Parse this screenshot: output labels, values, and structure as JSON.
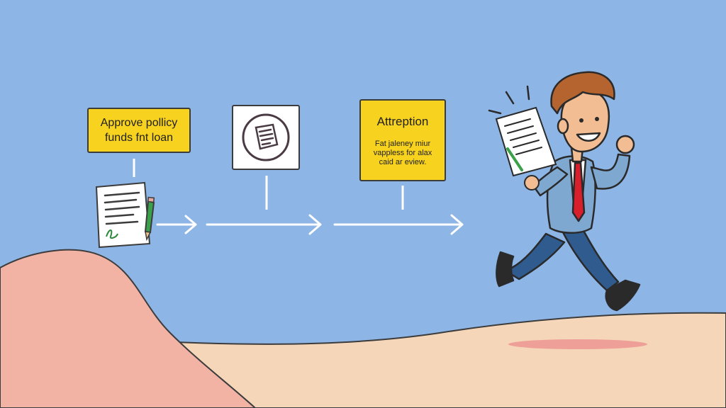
{
  "steps": [
    {
      "id": "approve",
      "lines": [
        "Approve pollicy",
        "funds fnt loan"
      ]
    },
    {
      "id": "document",
      "icon": "document-icon"
    },
    {
      "id": "attreption",
      "title": "Attreption",
      "body_lines": [
        "Fat jaleney miur",
        "vappless for alax",
        "caid ar eview."
      ]
    }
  ],
  "colors": {
    "sky": "#8db5e6",
    "label_yellow": "#f7d21e",
    "hill_pink": "#f2b3a5",
    "ground_sand": "#f6d6b8",
    "tie_red": "#d8202c",
    "suit_blue": "#7fa8d1",
    "pants_navy": "#2f5b8e"
  },
  "icons": [
    "signed-document-icon",
    "pencil-icon",
    "arrow-right-icon",
    "document-icon",
    "held-document-icon"
  ]
}
